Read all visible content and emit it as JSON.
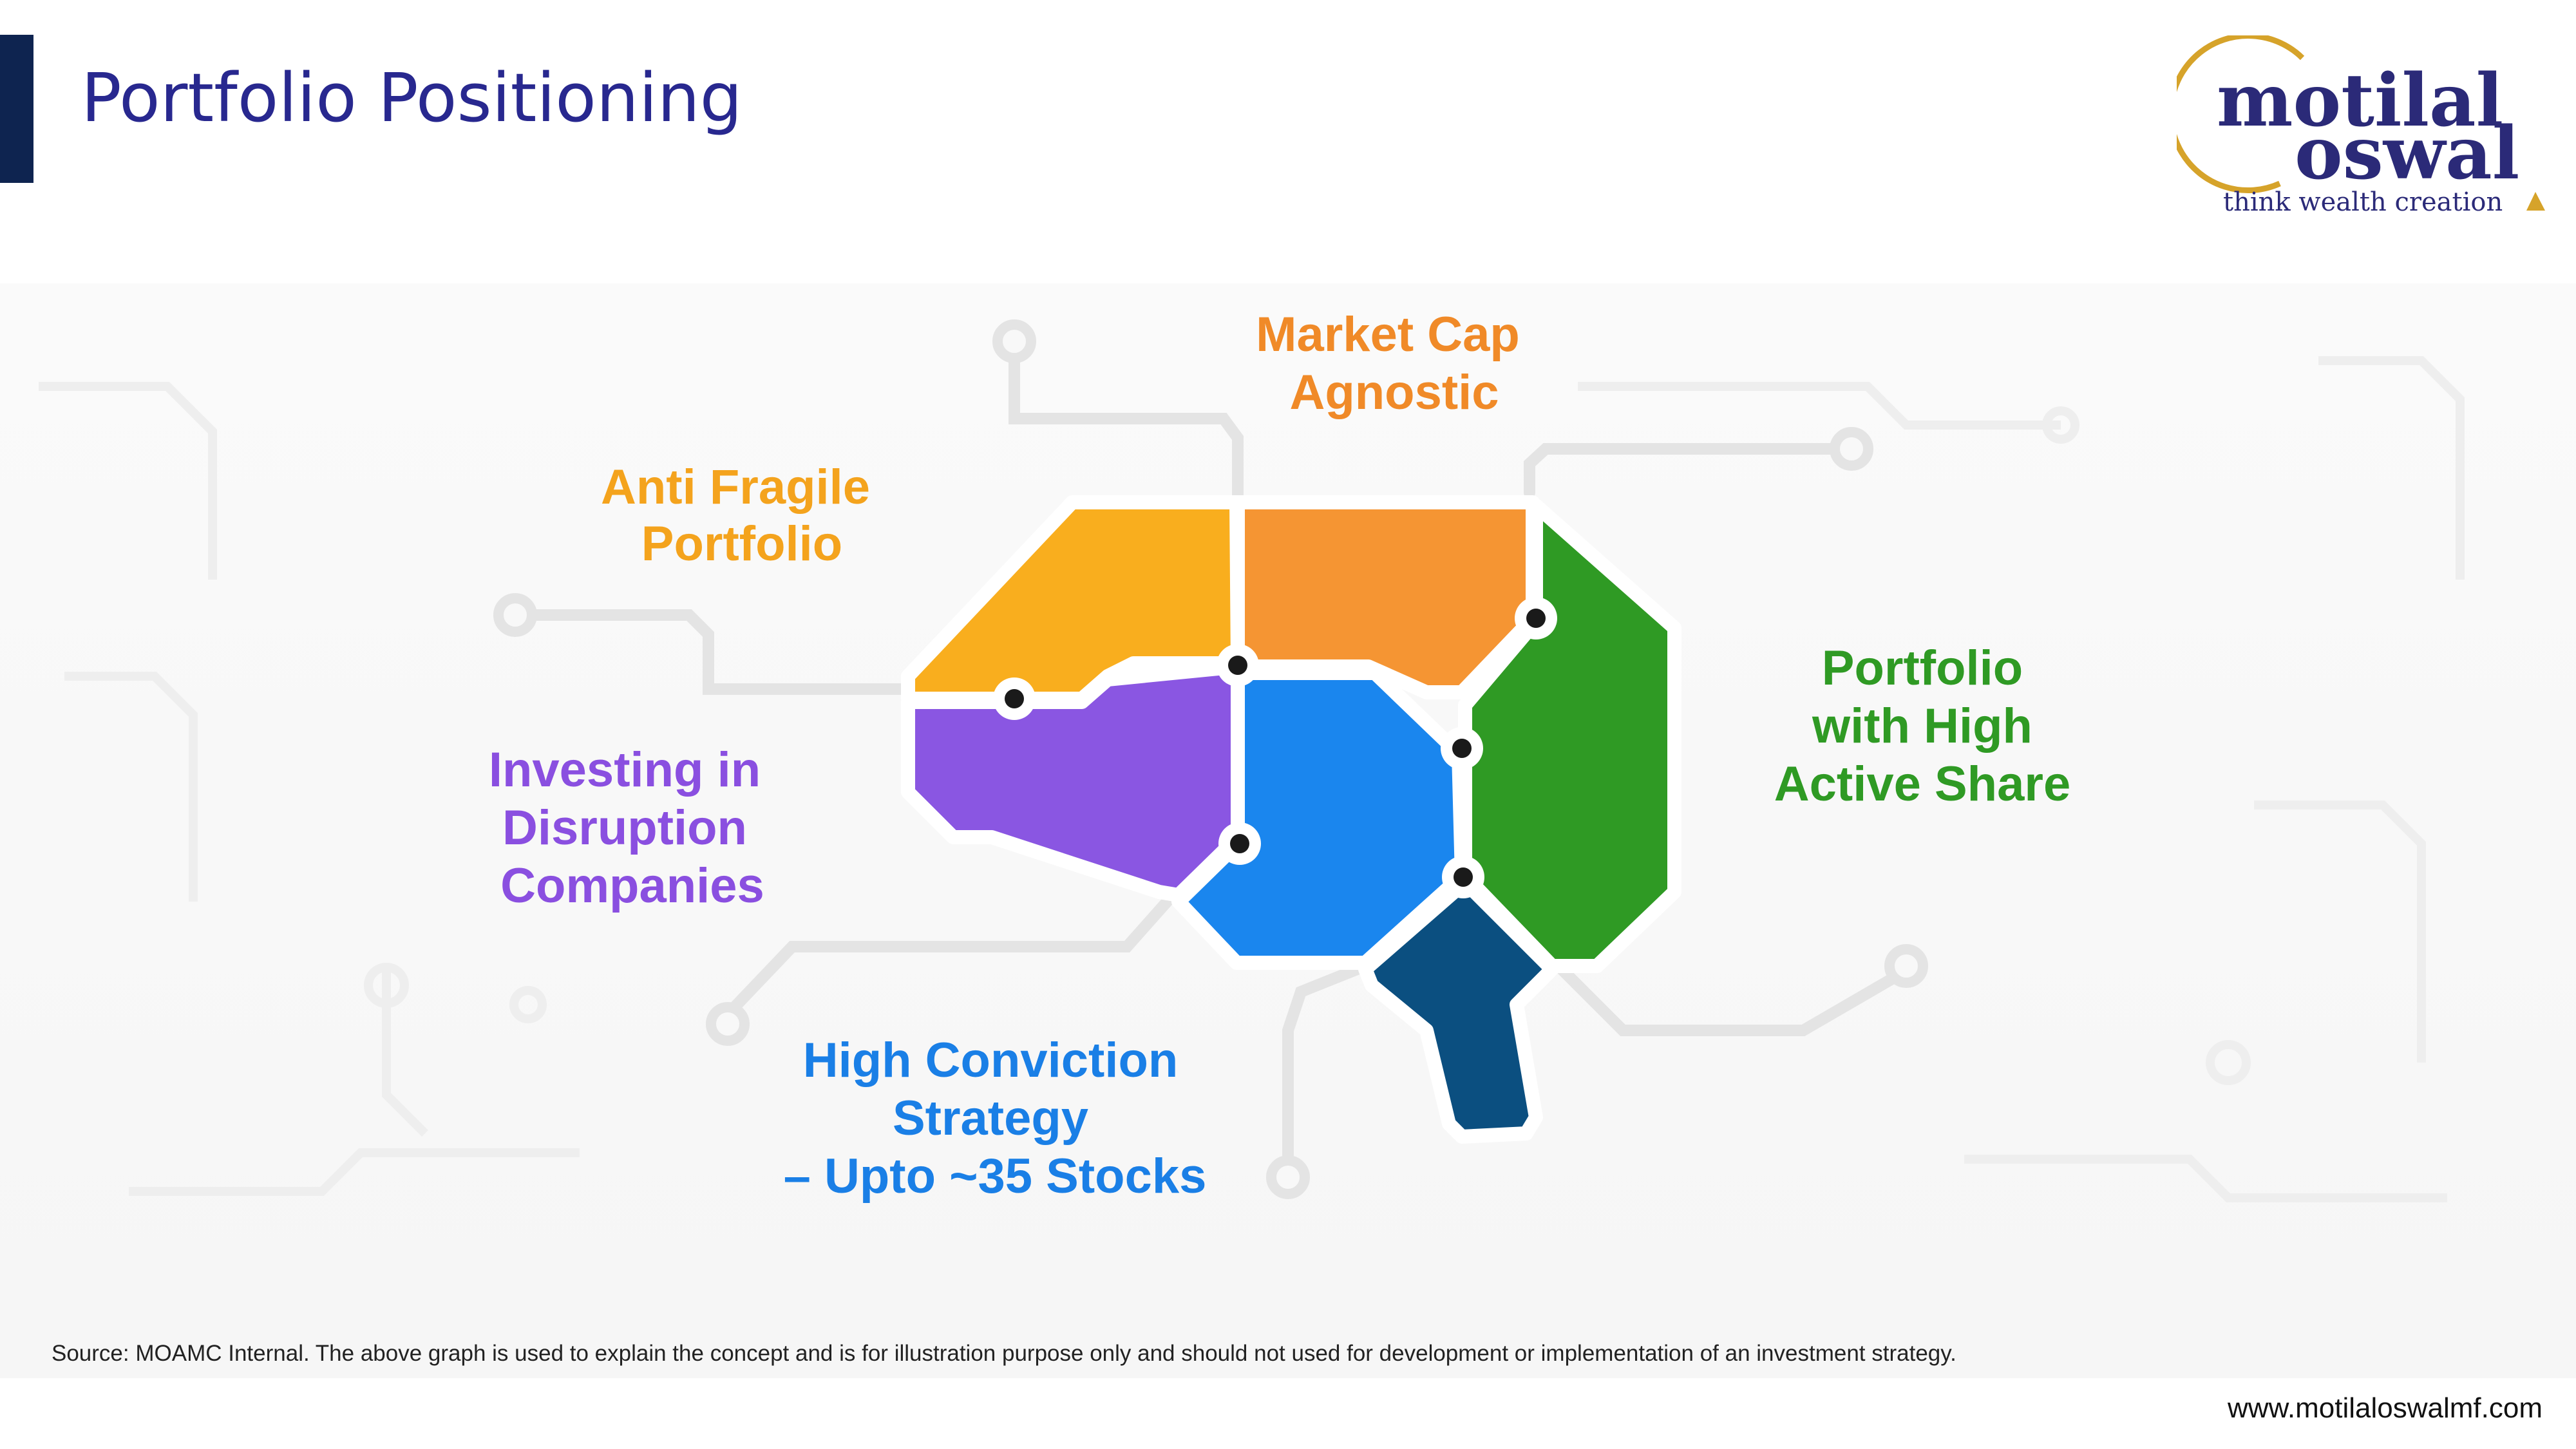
{
  "header": {
    "title": "Portfolio Positioning"
  },
  "logo": {
    "text_top": "motilal",
    "text_bottom": "oswal",
    "tagline": "think wealth creation"
  },
  "diagram": {
    "labels": {
      "market_cap": [
        "Market Cap",
        "Agnostic"
      ],
      "anti_fragile": [
        "Anti Fragile",
        "Portfolio"
      ],
      "active_share": [
        "Portfolio",
        "with High",
        "Active Share"
      ],
      "disruption": [
        "Investing in",
        "Disruption",
        "Companies"
      ],
      "conviction": [
        "High Conviction",
        "Strategy",
        "– Upto ~35 Stocks"
      ]
    },
    "colors": {
      "anti_fragile": "#f9ae1e",
      "market_cap": "#f59533",
      "active_share": "#2f9a24",
      "disruption": "#8a56e2",
      "conviction": "#1a86ee",
      "stem": "#0b4f80",
      "market_cap_text": "#f08a28",
      "anti_fragile_text": "#f4a31d",
      "active_share_text": "#2f9a24",
      "disruption_text": "#8a4fe0",
      "conviction_text": "#1a7fe6"
    }
  },
  "footer": {
    "source": "Source: MOAMC Internal. The above graph is used to explain the concept and is for illustration purpose only and should not used for development or implementation of an investment strategy.",
    "website": "www.motilaloswalmf.com"
  }
}
